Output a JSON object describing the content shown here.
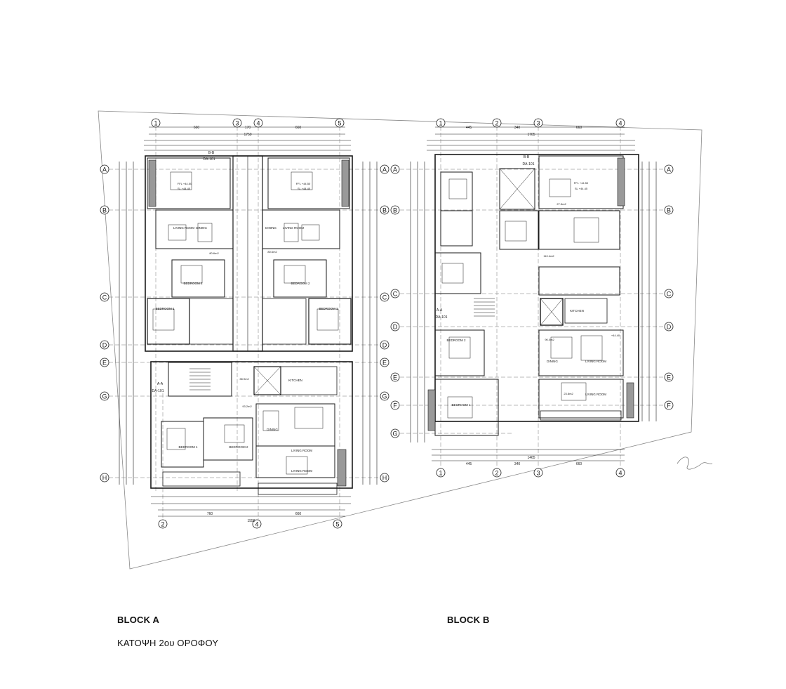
{
  "labels": {
    "block_a": "BLOCK A",
    "block_b": "BLOCK B",
    "floor_title": "ΚΑΤΟΨΗ 2ου ΟΡΟΦΟΥ"
  },
  "block_a": {
    "grid_cols": [
      "1",
      "3",
      "4",
      "5"
    ],
    "grid_cols_bottom": [
      "2",
      "4",
      "5"
    ],
    "grid_rows": [
      "A",
      "B",
      "C",
      "D",
      "E",
      "G",
      "H"
    ],
    "top_dims": [
      "660",
      "170",
      "660",
      "1750"
    ],
    "bottom_dims": [
      "760",
      "660",
      "1550"
    ],
    "rooms": [
      "LIVING ROOM",
      "DINING",
      "LIVING ROOM",
      "DINING",
      "BEDROOM 2",
      "BEDROOM 2",
      "BEDROOM 1",
      "BEDROOM 1",
      "KITCHEN",
      "DINING",
      "LIVING ROOM",
      "BEDROOM 1",
      "BEDROOM 2",
      "LIVING ROOM"
    ],
    "section_tags": [
      "B-B",
      "DA-101",
      "A-A",
      "DA-101"
    ],
    "levels": [
      "FFL +44.50",
      "SL +44.45",
      "FFL +44.50",
      "SL +44.45"
    ],
    "areas": [
      "38.9m2",
      "80.6m2",
      "80.6m2",
      "93.2m2"
    ]
  },
  "block_b": {
    "grid_cols": [
      "1",
      "2",
      "3",
      "4"
    ],
    "grid_rows": [
      "A",
      "B",
      "C",
      "D",
      "E",
      "F",
      "G"
    ],
    "top_dims": [
      "445",
      "340",
      "660",
      "1705"
    ],
    "bottom_dims": [
      "445",
      "340",
      "660",
      "1465"
    ],
    "rooms": [
      "KITCHEN",
      "BEDROOM 2",
      "DINING",
      "LIVING ROOM",
      "BEDROOM 1",
      "LIVING ROOM"
    ],
    "section_tags": [
      "B-B",
      "DA-101",
      "A-A",
      "DA-101"
    ],
    "levels": [
      "FFL +44.50",
      "SL +44.45",
      "+44.40"
    ],
    "areas": [
      "110.4m2",
      "27.5m2",
      "90.0m2",
      "23.8m2"
    ]
  },
  "colors": {
    "ink": "#1a1a1a",
    "thin_line": "#555555",
    "dashed_line": "#777777",
    "paper": "#ffffff"
  }
}
